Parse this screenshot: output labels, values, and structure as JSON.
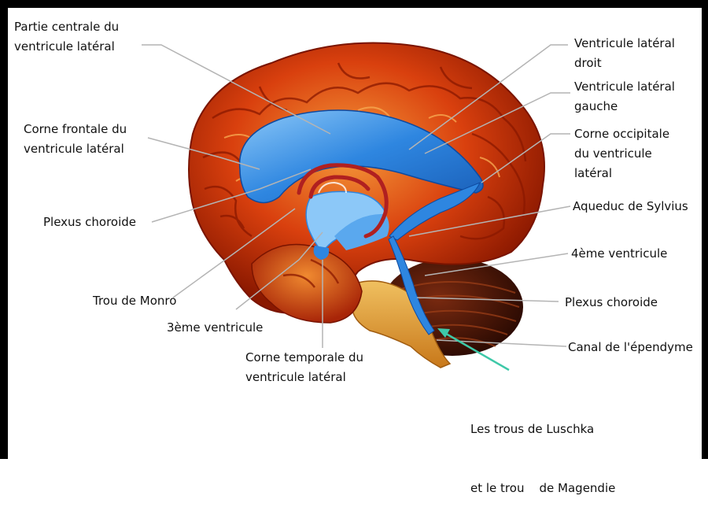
{
  "labels": {
    "partie_centrale": [
      "Partie centrale du",
      "ventricule latéral"
    ],
    "corne_frontale": [
      "Corne frontale du",
      "ventricule latéral"
    ],
    "plexus_choroide_left": [
      "Plexus choroide"
    ],
    "trou_monro": [
      "Trou de Monro"
    ],
    "troisieme_ventricule": [
      "3ème ventricule"
    ],
    "corne_temporale": [
      "Corne temporale du",
      "ventricule latéral"
    ],
    "ventricule_droit": [
      "Ventricule latéral",
      "droit"
    ],
    "ventricule_gauche": [
      "Ventricule latéral",
      "gauche"
    ],
    "corne_occipitale": [
      "Corne occipitale",
      "du ventricule",
      "latéral"
    ],
    "aqueduc": [
      "Aqueduc de Sylvius"
    ],
    "quatrieme_ventricule": [
      "4ème ventricule"
    ],
    "plexus_choroide_right": [
      "Plexus choroide"
    ],
    "canal_ependyme": [
      "Canal de l'épendyme"
    ],
    "trous_luschka": [
      "Les trous de Luschka",
      "et le trou    de Magendie"
    ]
  },
  "colors": {
    "cortex": "#d9400e",
    "cortex_dark": "#8a1800",
    "cortex_light": "#f08a30",
    "ventricle": "#2e86e0",
    "ventricle_light": "#8cc8f8",
    "cerebellum": "#3a1206",
    "brainstem": "#e8a33a",
    "leader_line": "#b4b4b4",
    "arrow": "#3ec8a8"
  }
}
